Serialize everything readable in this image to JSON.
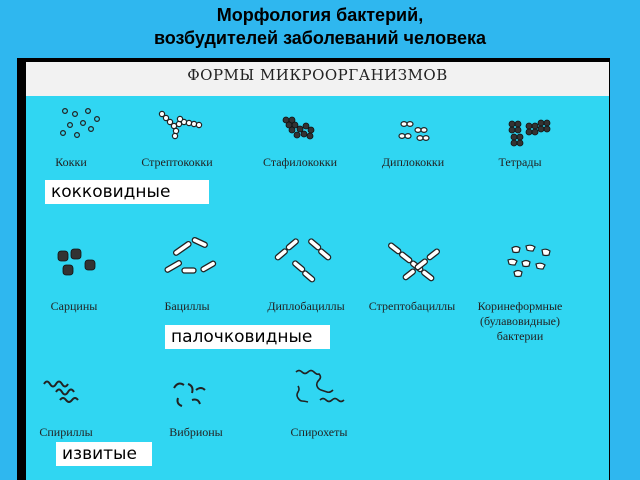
{
  "header": {
    "title_line1": "Морфология бактерий,",
    "title_line2": "возбудителей заболеваний человека"
  },
  "panel": {
    "title": "ФОРМЫ  МИКРООРГАНИЗМОВ"
  },
  "row1": {
    "labels": [
      "Кокки",
      "Стрептококки",
      "Стафилококки",
      "Диплококки",
      "Тетрады"
    ],
    "group_caption": "кокковидные"
  },
  "row2": {
    "labels": [
      "Сарцины",
      "Бациллы",
      "Диплобациллы",
      "Стрептобациллы"
    ],
    "coryne_lines": [
      "Коринеформные",
      "(булавовидные)",
      "бактерии"
    ],
    "group_caption": "палочковидные"
  },
  "row3": {
    "labels": [
      "Спириллы",
      "Вибрионы",
      "Спирохеты"
    ],
    "group_caption": "извитые"
  }
}
